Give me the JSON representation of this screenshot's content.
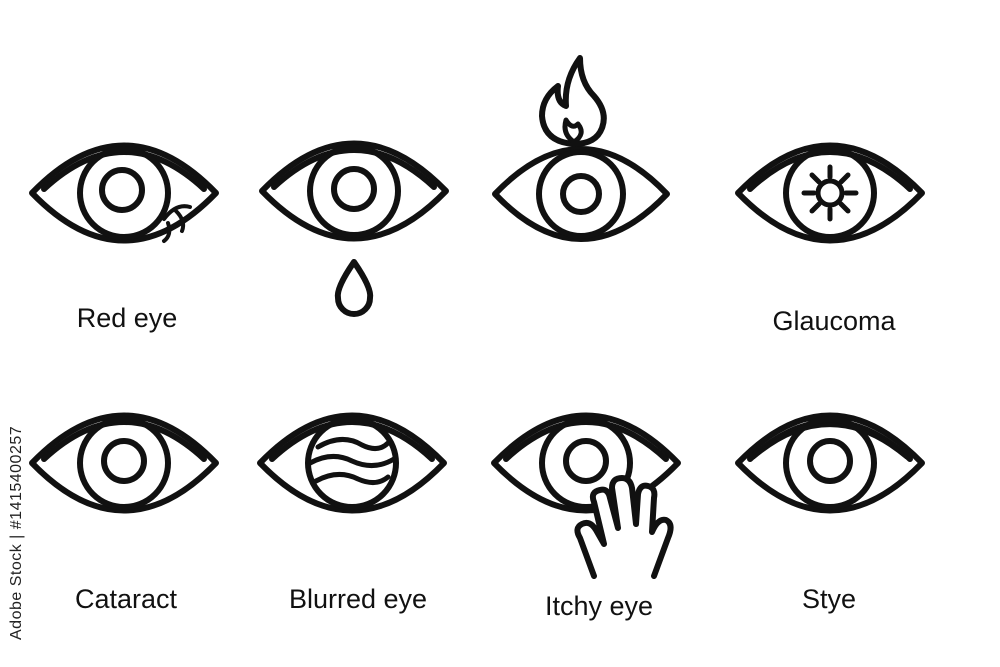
{
  "colors": {
    "stroke": "#111111",
    "background": "#ffffff"
  },
  "icons": [
    {
      "id": "red-eye",
      "label": "Red eye",
      "icon": "eye-with-veins-icon"
    },
    {
      "id": "tearing",
      "label": "",
      "icon": "eye-with-teardrop-icon"
    },
    {
      "id": "burning",
      "label": "",
      "icon": "eye-with-flame-icon"
    },
    {
      "id": "glaucoma",
      "label": "Glaucoma",
      "icon": "eye-with-sun-pupil-icon"
    },
    {
      "id": "cataract",
      "label": "Cataract",
      "icon": "eye-icon"
    },
    {
      "id": "blurred",
      "label": "Blurred eye",
      "icon": "eye-with-wavy-iris-icon"
    },
    {
      "id": "itchy",
      "label": "Itchy eye",
      "icon": "eye-with-hand-icon"
    },
    {
      "id": "stye",
      "label": "Stye",
      "icon": "eye-with-thick-lid-icon"
    }
  ],
  "stock_id": "Adobe Stock | #1415400257"
}
